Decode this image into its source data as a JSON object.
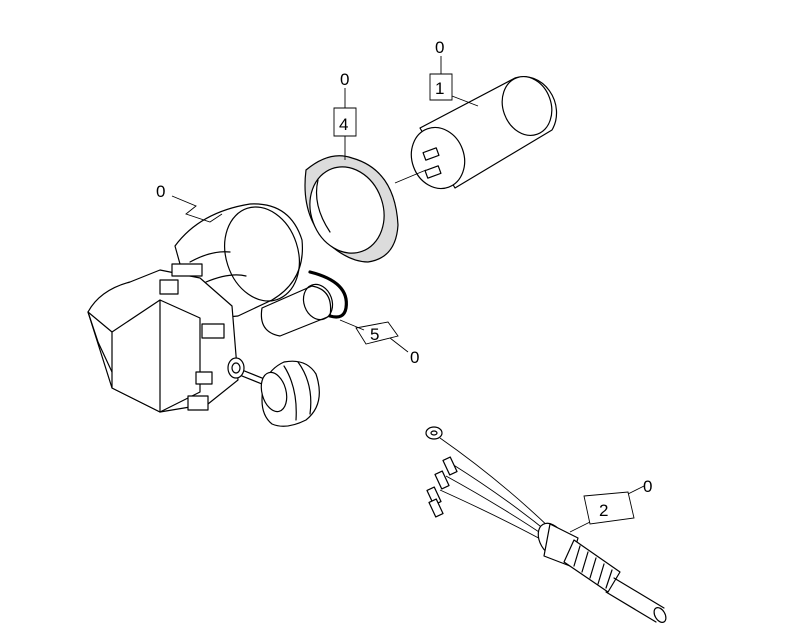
{
  "callouts": [
    {
      "number": "1",
      "suffix": "0"
    },
    {
      "number": "4",
      "suffix": "0"
    },
    {
      "number": "5",
      "suffix": "0"
    },
    {
      "number": "2",
      "suffix": "0"
    },
    {
      "suffix": "0"
    }
  ]
}
